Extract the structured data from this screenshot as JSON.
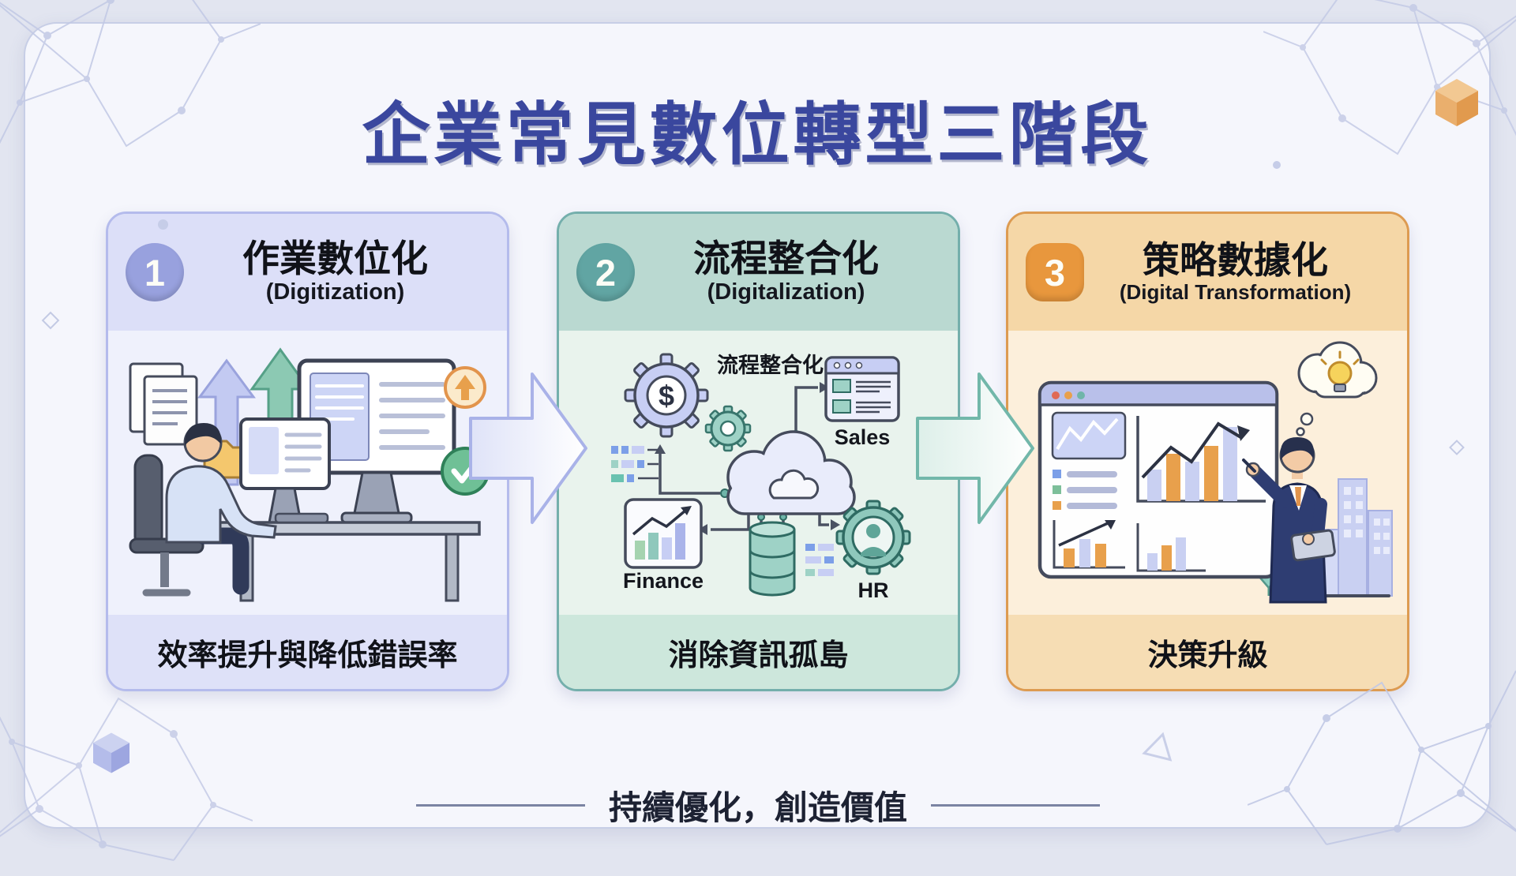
{
  "page": {
    "title": "企業常見數位轉型三階段",
    "tagline": "持續優化，創造價值"
  },
  "stages": [
    {
      "number": "1",
      "title": "作業數位化",
      "subtitle": "(Digitization)",
      "caption": "效率提升與降低錯誤率",
      "accent_color": "#98a1de",
      "illustration": "worker-digitizing-paper-documents-on-computer"
    },
    {
      "number": "2",
      "title": "流程整合化",
      "subtitle": "(Digitalization)",
      "caption": "消除資訊孤島",
      "accent_color": "#61a5a3",
      "diagram": {
        "center_label": "流程整合化",
        "currency": "$",
        "sales": "Sales",
        "finance": "Finance",
        "hr": "HR"
      }
    },
    {
      "number": "3",
      "title": "策略數據化",
      "subtitle": "(Digital Transformation)",
      "caption": "決策升級",
      "accent_color": "#e8973d",
      "illustration": "executive-pointing-at-analytics-dashboard"
    }
  ]
}
